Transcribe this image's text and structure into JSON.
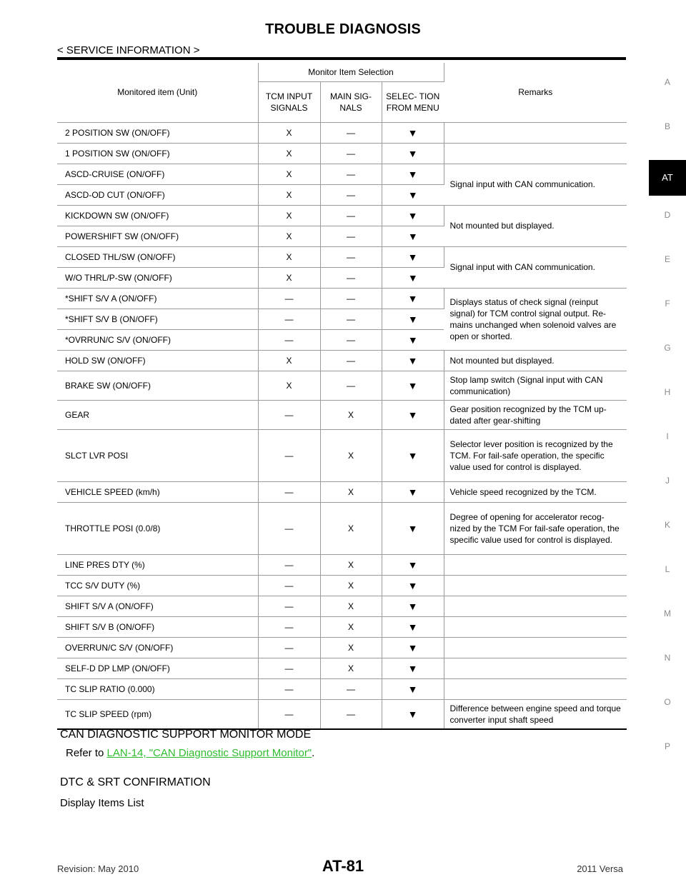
{
  "header": {
    "title": "TROUBLE DIAGNOSIS",
    "subtitle": "< SERVICE INFORMATION >"
  },
  "side_index": [
    "A",
    "B",
    "AT",
    "D",
    "E",
    "F",
    "G",
    "H",
    "I",
    "J",
    "K",
    "L",
    "M",
    "N",
    "O",
    "P"
  ],
  "side_index_active": "AT",
  "table": {
    "headers": {
      "item": "Monitored item (Unit)",
      "selection": "Monitor Item Selection",
      "tcm": "TCM INPUT SIGNALS",
      "main": "MAIN SIG- NALS",
      "menu": "SELEC- TION FROM MENU",
      "remarks": "Remarks"
    },
    "rows": [
      {
        "item": "2 POSITION SW (ON/OFF)",
        "tcm": "X",
        "main": "—",
        "menu": "▼",
        "remark": ""
      },
      {
        "item": "1 POSITION SW (ON/OFF)",
        "tcm": "X",
        "main": "—",
        "menu": "▼",
        "remark": ""
      },
      {
        "item": "ASCD-CRUISE (ON/OFF)",
        "tcm": "X",
        "main": "—",
        "menu": "▼",
        "remark": "Signal input with CAN communication."
      },
      {
        "item": "ASCD-OD CUT (ON/OFF)",
        "tcm": "X",
        "main": "—",
        "menu": "▼"
      },
      {
        "item": "KICKDOWN SW (ON/OFF)",
        "tcm": "X",
        "main": "—",
        "menu": "▼",
        "remark": "Not mounted but displayed."
      },
      {
        "item": "POWERSHIFT SW (ON/OFF)",
        "tcm": "X",
        "main": "—",
        "menu": "▼"
      },
      {
        "item": "CLOSED THL/SW (ON/OFF)",
        "tcm": "X",
        "main": "—",
        "menu": "▼",
        "remark": "Signal input with CAN communication."
      },
      {
        "item": "W/O THRL/P-SW (ON/OFF)",
        "tcm": "X",
        "main": "—",
        "menu": "▼"
      },
      {
        "item": "*SHIFT S/V A (ON/OFF)",
        "tcm": "—",
        "main": "—",
        "menu": "▼",
        "remark": "Displays status of check signal (reinput signal) for TCM control signal output. Re-mains unchanged when solenoid valves are open or shorted."
      },
      {
        "item": "*SHIFT S/V B (ON/OFF)",
        "tcm": "—",
        "main": "—",
        "menu": "▼"
      },
      {
        "item": "*OVRRUN/C S/V (ON/OFF)",
        "tcm": "—",
        "main": "—",
        "menu": "▼"
      },
      {
        "item": "HOLD SW (ON/OFF)",
        "tcm": "X",
        "main": "—",
        "menu": "▼",
        "remark": "Not mounted but displayed."
      },
      {
        "item": "BRAKE SW (ON/OFF)",
        "tcm": "X",
        "main": "—",
        "menu": "▼",
        "remark": "Stop lamp switch (Signal input with CAN communication)"
      },
      {
        "item": "GEAR",
        "tcm": "—",
        "main": "X",
        "menu": "▼",
        "remark": "Gear position recognized by the TCM up-dated after gear-shifting"
      },
      {
        "item": "SLCT LVR POSI",
        "tcm": "—",
        "main": "X",
        "menu": "▼",
        "remark": "Selector lever position is recognized by the TCM. For fail-safe operation, the specific value used for control is displayed."
      },
      {
        "item": "VEHICLE SPEED (km/h)",
        "tcm": "—",
        "main": "X",
        "menu": "▼",
        "remark": "Vehicle speed recognized by the TCM."
      },
      {
        "item": "THROTTLE POSI (0.0/8)",
        "tcm": "—",
        "main": "X",
        "menu": "▼",
        "remark": "Degree of opening for accelerator recog-nized by the TCM For fail-safe operation, the specific value used for control is displayed."
      },
      {
        "item": "LINE PRES DTY (%)",
        "tcm": "—",
        "main": "X",
        "menu": "▼",
        "remark": ""
      },
      {
        "item": "TCC S/V DUTY (%)",
        "tcm": "—",
        "main": "X",
        "menu": "▼",
        "remark": ""
      },
      {
        "item": "SHIFT S/V A (ON/OFF)",
        "tcm": "—",
        "main": "X",
        "menu": "▼",
        "remark": ""
      },
      {
        "item": "SHIFT S/V B (ON/OFF)",
        "tcm": "—",
        "main": "X",
        "menu": "▼",
        "remark": ""
      },
      {
        "item": "OVERRUN/C S/V (ON/OFF)",
        "tcm": "—",
        "main": "X",
        "menu": "▼",
        "remark": ""
      },
      {
        "item": "SELF-D DP LMP (ON/OFF)",
        "tcm": "—",
        "main": "X",
        "menu": "▼",
        "remark": ""
      },
      {
        "item": "TC SLIP RATIO (0.000)",
        "tcm": "—",
        "main": "—",
        "menu": "▼",
        "remark": ""
      },
      {
        "item": "TC SLIP SPEED (rpm)",
        "tcm": "—",
        "main": "—",
        "menu": "▼",
        "remark": "Difference between engine speed and torque converter input shaft speed"
      }
    ]
  },
  "sections": {
    "can_heading": "CAN DIAGNOSTIC SUPPORT MONITOR MODE",
    "refer_prefix": "Refer to ",
    "refer_link": "LAN-14, \"CAN Diagnostic Support Monitor\"",
    "refer_suffix": ".",
    "dtc_heading": "DTC & SRT CONFIRMATION",
    "display_items": "Display Items List"
  },
  "footer": {
    "revision": "Revision: May 2010",
    "page": "AT-81",
    "model": "2011 Versa"
  }
}
